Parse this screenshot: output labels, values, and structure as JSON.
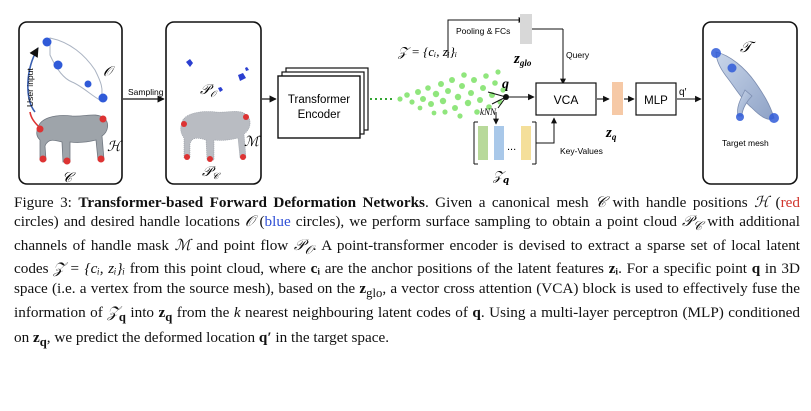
{
  "diagram": {
    "sampling_label": "Sampling",
    "user_input_label": "User input",
    "canonical_labels": {
      "handles_out": "𝒪",
      "mesh": "𝒞",
      "handles_in": "ℋ"
    },
    "pointcloud_labels": {
      "p_o": "𝒫",
      "p_o_sub": "𝒪",
      "p_c": "𝒫",
      "p_c_sub": "𝒞",
      "mask": "ℳ"
    },
    "encoder_label_line1": "Transformer",
    "encoder_label_line2": "Encoder",
    "pooling_label": "Pooling & FCs",
    "z_set_label": "𝒵 = {cᵢ, zᵢ}ᵢ",
    "zglo_label": "z",
    "zglo_sub": "glo",
    "query_label": "Query",
    "q_label": "q",
    "knn_label": "kNN",
    "dots_label": "...",
    "zq_set_label": "𝒵",
    "zq_set_sub": "q",
    "vca_label": "VCA",
    "keyvalues_label": "Key-Values",
    "zq_label": "z",
    "zq_sub": "q",
    "mlp_label": "MLP",
    "qprime_label": "q′",
    "target_letter": "𝒯",
    "target_label": "Target mesh"
  },
  "caption": {
    "fig_num": "Figure 3:",
    "title": "Transformer-based Forward Deformation Networks",
    "t1": ". Given a canonical mesh ",
    "C": "𝒞",
    "t2": " with handle positions ",
    "H": "ℋ",
    "t3": " (",
    "red_word": "red",
    "t4": " circles) and desired handle locations ",
    "O": "𝒪",
    "t5": " (",
    "blue_word": "blue",
    "t6": " circles), we perform surface sampling to obtain a point cloud ",
    "PC": "𝒫",
    "PC_sub": "𝒞",
    "t7": " with additional channels of handle mask ",
    "M": "ℳ",
    "t8": " and point flow ",
    "PO": "𝒫",
    "PO_sub": "𝒪",
    "t9": ". A point-transformer encoder is devised to extract a sparse set of local latent codes ",
    "Zset": "𝒵 = {cᵢ, zᵢ}ᵢ",
    "t10": " from this point cloud, where ",
    "ci": "cᵢ",
    "t11": " are the anchor positions of the latent features ",
    "zi": "zᵢ",
    "t12": ". For a specific point ",
    "q1": "q",
    "t13": " in 3D space (i.e. a vertex from the source mesh), based on the ",
    "zglo": "z",
    "zglo_sub": "glo",
    "t14": ", a vector cross attention (VCA) block is used to effectively fuse the information of ",
    "Zq": "𝒵",
    "Zq_sub": "q",
    "t15": " into ",
    "zq": "z",
    "zq_sub": "q",
    "t16": " from the ",
    "k": "k",
    "t17": " nearest neighbouring latent codes of ",
    "q2": "q",
    "t18": ". Using a multi-layer perceptron (MLP) conditioned on ",
    "zq2": "z",
    "zq2_sub": "q",
    "t19": ", we predict the deformed location ",
    "qprime": "q′",
    "t20": " in the target space."
  }
}
